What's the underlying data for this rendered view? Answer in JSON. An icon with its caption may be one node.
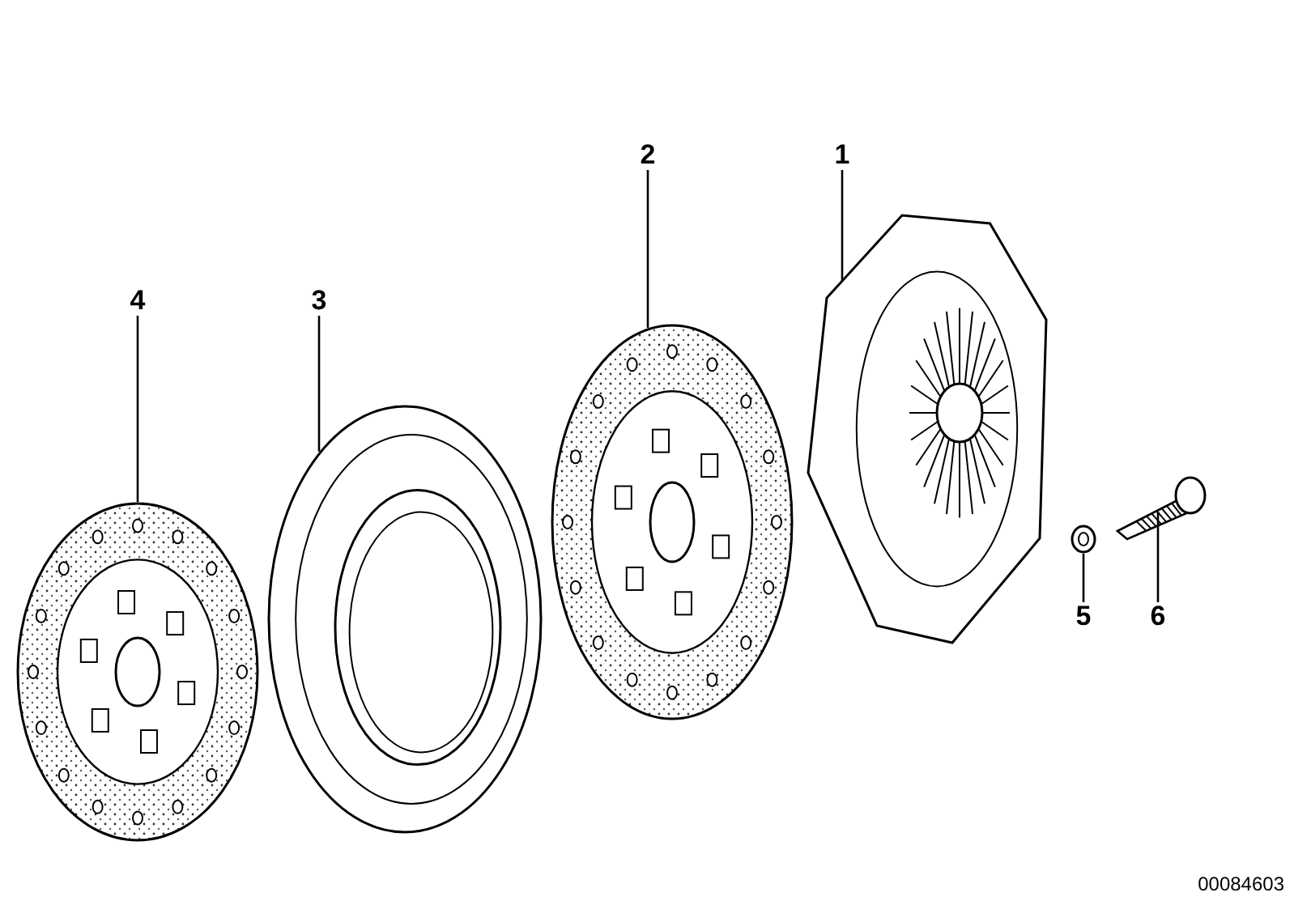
{
  "diagram": {
    "nodes": [
      {
        "text": [
          "2"
        ]
      },
      {
        "text": [
          "1"
        ]
      },
      {
        "text": [
          "4"
        ]
      },
      {
        "text": [
          "3"
        ]
      },
      {
        "text": [
          "5"
        ]
      },
      {
        "text": [
          "6"
        ]
      },
      {
        "text": [],
        "shape": "picture"
      },
      {
        "text": [],
        "shape": "picture"
      },
      {
        "text": [],
        "shape": "picture"
      },
      {
        "text": [],
        "shape": "picture"
      },
      {
        "text": [],
        "shape": "picture"
      },
      {
        "text": [],
        "shape": "picture"
      }
    ],
    "edges": [
      {
        "from": 0,
        "to": 8,
        "arrow": "none"
      },
      {
        "from": 1,
        "to": 9,
        "arrow": "none"
      },
      {
        "from": 2,
        "to": 6,
        "arrow": "none"
      },
      {
        "from": 3,
        "to": 7,
        "arrow": "none"
      },
      {
        "from": 4,
        "to": 10,
        "arrow": "none"
      },
      {
        "from": 5,
        "to": 11,
        "arrow": "none"
      }
    ],
    "labels": [
      "00084603"
    ]
  }
}
